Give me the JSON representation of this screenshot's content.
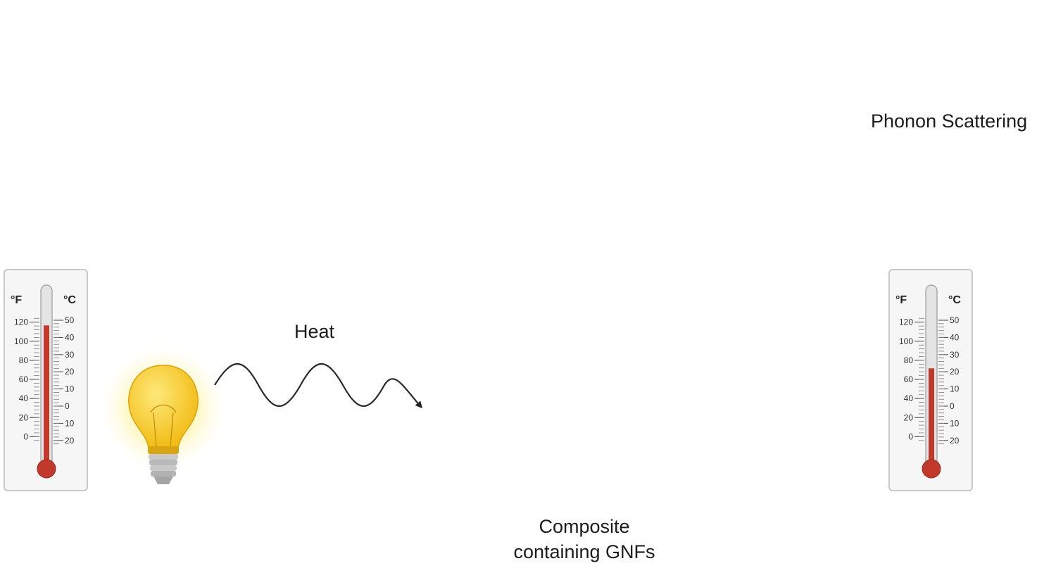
{
  "labels": {
    "heat": "Heat",
    "phonon_scattering": "Phonon Scattering",
    "composite_line1": "Composite",
    "composite_line2": "containing GNFs"
  },
  "thermometer": {
    "unit_f": "°F",
    "unit_c": "°C",
    "f_ticks": [
      "120",
      "100",
      "80",
      "60",
      "40",
      "20",
      "0"
    ],
    "c_ticks": [
      "50",
      "40",
      "30",
      "20",
      "10",
      "0",
      "10",
      "20"
    ]
  },
  "thermometers": [
    {
      "side": "left",
      "level_c": 47
    },
    {
      "side": "right",
      "level_c": 22
    }
  ],
  "icons": [
    "thermometer-icon",
    "light-bulb-icon",
    "heat-wave-icon",
    "gnf-cluster-icon"
  ],
  "colors": {
    "mercury": "#c0392b",
    "bulb": "#f4c51f",
    "composite_fill": "#b6b8bd",
    "particle": "#7a7c80",
    "particle_light": "#a9abaf"
  }
}
